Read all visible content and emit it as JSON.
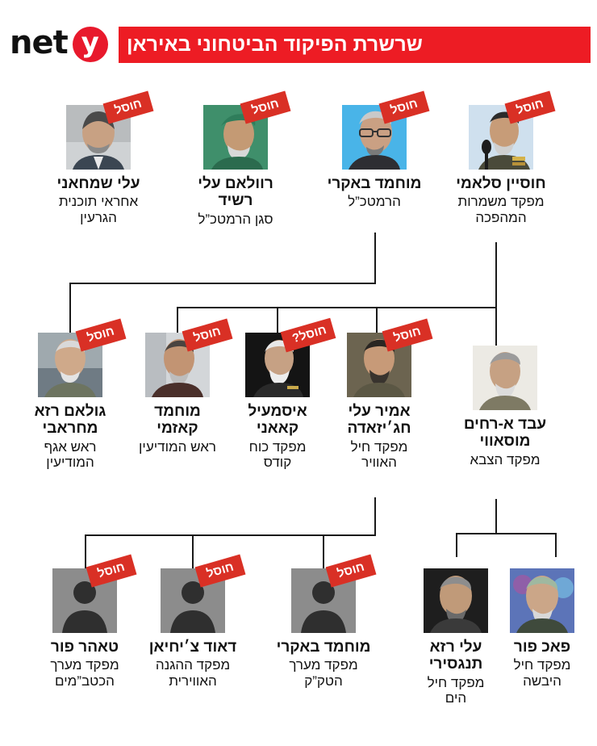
{
  "header": {
    "logo_y": "y",
    "logo_net": "net",
    "banner_title": "שרשרת הפיקוד הביטחוני באיראן",
    "brand_red": "#ED1C24",
    "badge_red": "#D93025"
  },
  "labels": {
    "eliminated": "חוסל",
    "eliminated_unconfirmed": "חוסל?"
  },
  "rows": [
    {
      "id": "row-1",
      "people": [
        {
          "name": "עלי שמחאני",
          "role": "אחראי תוכנית הגרעין",
          "badge": "חוסל",
          "avatar": "photo-shamkhani"
        },
        {
          "name": "רוולאם עלי רשיד",
          "role": "סגן הרמטכ”ל",
          "badge": "חוסל",
          "avatar": "photo-rashid"
        },
        {
          "name": "מוחמד באקרי",
          "role": "הרמטכ”ל",
          "badge": "חוסל",
          "avatar": "photo-bagheri"
        },
        {
          "name": "חוסיין סלאמי",
          "role": "מפקד משמרות המהפכה",
          "badge": "חוסל",
          "avatar": "photo-salami"
        }
      ]
    },
    {
      "id": "row-2",
      "people": [
        {
          "name": "גולאם רזא מחראבי",
          "role": "ראש אגף המודיעין",
          "badge": "חוסל",
          "avatar": "photo-mehrabi"
        },
        {
          "name": "מוחמד קאזמי",
          "role": "ראש המודיעין",
          "badge": "חוסל",
          "avatar": "photo-kazemi"
        },
        {
          "name": "איסמעיל קאאני",
          "role": "מפקד כוח קודס",
          "badge": "חוסל?",
          "avatar": "photo-qaani"
        },
        {
          "name": "אמיר עלי חג׳יזאדה",
          "role": "מפקד חיל האוויר",
          "badge": "חוסל",
          "avatar": "photo-hajizadeh"
        },
        {
          "name": "עבד א-רחים מוסאווי",
          "role": "מפקד הצבא",
          "badge": "",
          "avatar": "photo-mousavi"
        }
      ]
    },
    {
      "id": "row-3",
      "people": [
        {
          "name": "טאהר פור",
          "role": "מפקד מערך הכטב”מים",
          "badge": "חוסל",
          "avatar": "silhouette"
        },
        {
          "name": "דאוד צ׳יחיאן",
          "role": "מפקד ההגנה האווירית",
          "badge": "חוסל",
          "avatar": "silhouette"
        },
        {
          "name": "מוחמד באקרי",
          "role": "מפקד מערך הטק”ק",
          "badge": "חוסל",
          "avatar": "silhouette"
        },
        {
          "name": "עלי רזא תנגסירי",
          "role": "מפקד חיל הים",
          "badge": "",
          "avatar": "photo-tangsiri"
        },
        {
          "name": "פאכ פור",
          "role": "מפקד חיל היבשה",
          "badge": "",
          "avatar": "photo-pakpour"
        }
      ]
    }
  ]
}
